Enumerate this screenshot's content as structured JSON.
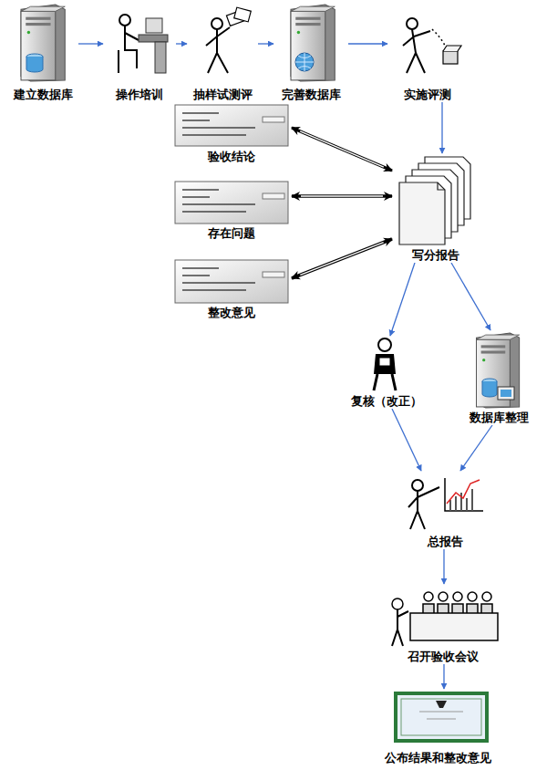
{
  "diagram": {
    "nodes": [
      {
        "text": [
          "建立数据库"
        ]
      },
      {
        "text": [
          "操作培训"
        ]
      },
      {
        "text": [
          "抽样试测评"
        ]
      },
      {
        "text": [
          "完善数据库"
        ]
      },
      {
        "text": [
          "实施评测"
        ]
      },
      {
        "text": [
          "验收结论"
        ]
      },
      {
        "text": [
          "存在问题"
        ]
      },
      {
        "text": [
          "整改意见"
        ]
      },
      {
        "text": [
          "写分报告"
        ]
      },
      {
        "text": [
          "复核（改正）"
        ]
      },
      {
        "text": [
          "数据库整理"
        ]
      },
      {
        "text": [
          "总报告"
        ]
      },
      {
        "text": [
          "召开验收会议"
        ]
      },
      {
        "text": [
          "公布结果和整改意见"
        ]
      }
    ],
    "edges": [
      {
        "from": 0,
        "to": 1,
        "arrow": "to"
      },
      {
        "from": 1,
        "to": 2,
        "arrow": "to"
      },
      {
        "from": 2,
        "to": 3,
        "arrow": "to"
      },
      {
        "from": 3,
        "to": 4,
        "arrow": "to"
      },
      {
        "from": 4,
        "to": 8,
        "arrow": "to"
      },
      {
        "from": 5,
        "to": 8,
        "arrow": "both"
      },
      {
        "from": 6,
        "to": 8,
        "arrow": "both"
      },
      {
        "from": 7,
        "to": 8,
        "arrow": "both"
      },
      {
        "from": 8,
        "to": 9,
        "arrow": "to"
      },
      {
        "from": 8,
        "to": 10,
        "arrow": "to"
      },
      {
        "from": 9,
        "to": 11,
        "arrow": "to"
      },
      {
        "from": 10,
        "to": 11,
        "arrow": "to"
      },
      {
        "from": 11,
        "to": 12,
        "arrow": "to"
      },
      {
        "from": 12,
        "to": 13,
        "arrow": "to"
      }
    ]
  }
}
